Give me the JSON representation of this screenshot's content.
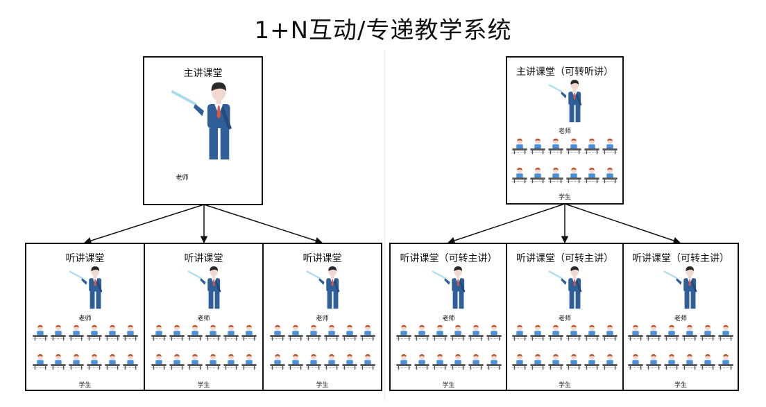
{
  "title": "1+N互动/专递教学系统",
  "left": {
    "main_room": {
      "title": "主讲课堂",
      "teacher_label": "老师"
    },
    "listen_rooms": [
      {
        "title": "听讲课堂",
        "teacher_label": "老师",
        "student_label": "学生"
      },
      {
        "title": "听讲课堂",
        "teacher_label": "老师",
        "student_label": "学生"
      },
      {
        "title": "听讲课堂",
        "teacher_label": "老师",
        "student_label": "学生"
      }
    ]
  },
  "right": {
    "main_room": {
      "title": "主讲课堂（可转听讲）",
      "teacher_label": "老师",
      "student_label": "学生"
    },
    "listen_rooms": [
      {
        "title": "听讲课堂（可转主讲）",
        "teacher_label": "老师",
        "student_label": "学生"
      },
      {
        "title": "听讲课堂（可转主讲）",
        "teacher_label": "老师",
        "student_label": "学生"
      },
      {
        "title": "听讲课堂（可转主讲）",
        "teacher_label": "老师",
        "student_label": "学生"
      }
    ]
  },
  "colors": {
    "suit": "#2f5f98",
    "suit_dark": "#24497a",
    "shirt": "#ffffff",
    "tie": "#e0553e",
    "skin": "#f2d9cf",
    "hair": "#2a2a2a",
    "pointer": "#a8dcef",
    "student_shirt": "#4a90d9",
    "student_hair": "#c0552d",
    "desk": "#555555"
  }
}
